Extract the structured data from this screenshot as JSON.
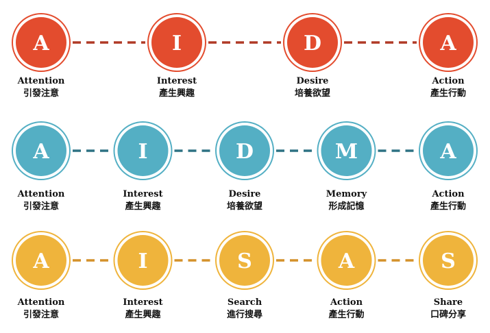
{
  "models": [
    {
      "name": "AIDA",
      "color": "#e34c2e",
      "connector_color": "#b03a26",
      "stages": [
        {
          "letter": "A",
          "en": "Attention",
          "zh": "引發注意"
        },
        {
          "letter": "I",
          "en": "Interest",
          "zh": "產生興趣"
        },
        {
          "letter": "D",
          "en": "Desire",
          "zh": "培養欲望"
        },
        {
          "letter": "A",
          "en": "Action",
          "zh": "產生行動"
        }
      ]
    },
    {
      "name": "AIDMA",
      "color": "#54afc4",
      "connector_color": "#2e7283",
      "stages": [
        {
          "letter": "A",
          "en": "Attention",
          "zh": "引發注意"
        },
        {
          "letter": "I",
          "en": "Interest",
          "zh": "產生興趣"
        },
        {
          "letter": "D",
          "en": "Desire",
          "zh": "培養欲望"
        },
        {
          "letter": "M",
          "en": "Memory",
          "zh": "形成記憶"
        },
        {
          "letter": "A",
          "en": "Action",
          "zh": "產生行動"
        }
      ]
    },
    {
      "name": "AISAS",
      "color": "#efb43c",
      "connector_color": "#d4912a",
      "stages": [
        {
          "letter": "A",
          "en": "Attention",
          "zh": "引發注意"
        },
        {
          "letter": "I",
          "en": "Interest",
          "zh": "產生興趣"
        },
        {
          "letter": "S",
          "en": "Search",
          "zh": "進行搜尋"
        },
        {
          "letter": "A",
          "en": "Action",
          "zh": "產生行動"
        },
        {
          "letter": "S",
          "en": "Share",
          "zh": "口碑分享"
        }
      ]
    }
  ]
}
